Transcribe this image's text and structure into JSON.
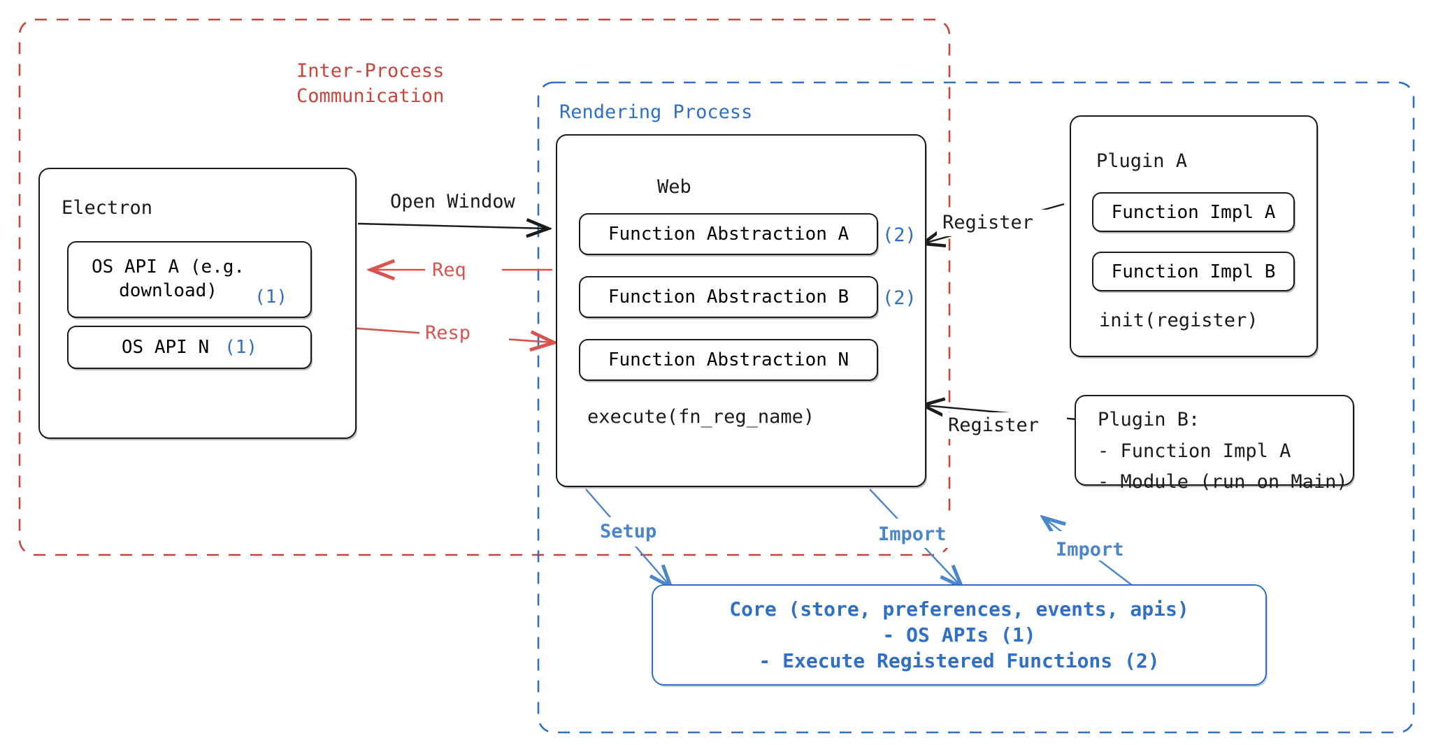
{
  "diagram": {
    "containers": {
      "ipc": {
        "label": "Inter-Process\nCommunication",
        "color": "#c9453c",
        "style": "dashed"
      },
      "rendering": {
        "label": "Rendering Process",
        "color": "#2f6fc4",
        "style": "dashed"
      }
    },
    "electron": {
      "title": "Electron",
      "items": [
        {
          "label": "OS API A (e.g.\ndownload)",
          "marker": "(1)"
        },
        {
          "label": "OS API N",
          "marker": "(1)"
        }
      ]
    },
    "web": {
      "title": "Web",
      "items": [
        {
          "label": "Function Abstraction A",
          "marker": "(2)"
        },
        {
          "label": "Function Abstraction B",
          "marker": "(2)"
        },
        {
          "label": "Function Abstraction N",
          "marker": ""
        }
      ],
      "footer": "execute(fn_reg_name)"
    },
    "plugin_a": {
      "title": "Plugin A",
      "items": [
        {
          "label": "Function Impl A"
        },
        {
          "label": "Function Impl B"
        }
      ],
      "footer": "init(register)"
    },
    "plugin_b": {
      "lines": [
        "Plugin B:",
        "- Function Impl A",
        "- Module (run on Main)"
      ]
    },
    "core": {
      "lines": [
        "Core (store, preferences, events, apis)",
        "- OS APIs (1)",
        "- Execute Registered Functions (2)"
      ],
      "color": "#2f6fc4"
    },
    "edges": [
      {
        "name": "open-window",
        "label": "Open Window",
        "color": "#1b1b1b"
      },
      {
        "name": "req",
        "label": "Req",
        "color": "#d9534f"
      },
      {
        "name": "resp",
        "label": "Resp",
        "color": "#d9534f"
      },
      {
        "name": "register-a",
        "label": "Register",
        "color": "#1b1b1b"
      },
      {
        "name": "register-b",
        "label": "Register",
        "color": "#1b1b1b"
      },
      {
        "name": "setup",
        "label": "Setup",
        "color": "#4a86c8"
      },
      {
        "name": "import-web",
        "label": "Import",
        "color": "#4a86c8"
      },
      {
        "name": "import-plugin-b",
        "label": "Import",
        "color": "#4a86c8"
      }
    ],
    "colors": {
      "ipc_red": "#c9453c",
      "arrow_red": "#d9534f",
      "process_blue": "#2f6fc4",
      "edge_blue": "#4a86c8",
      "ink": "#1b1b1b"
    }
  }
}
